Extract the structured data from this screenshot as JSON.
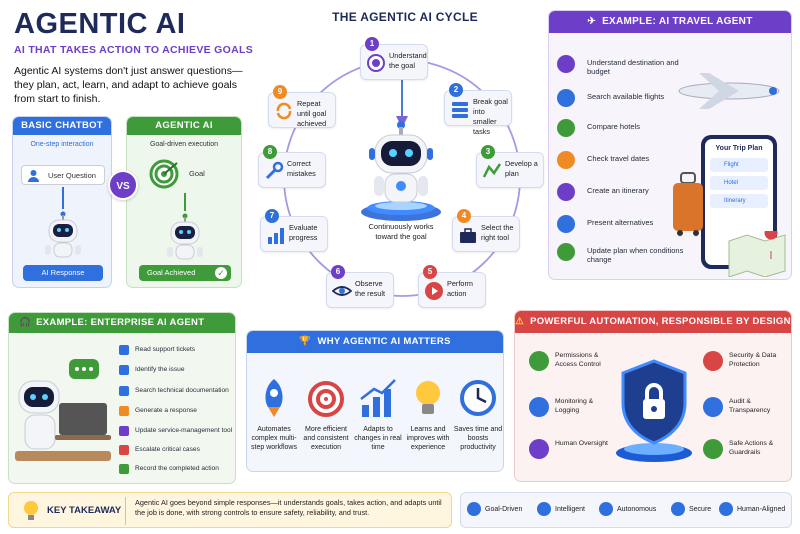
{
  "header": {
    "title": "AGENTIC AI",
    "subtitle": "AI THAT TAKES ACTION TO ACHIEVE GOALS",
    "description": "Agentic AI systems don't just answer questions—they plan, act, learn, and adapt to achieve goals from start to finish."
  },
  "comparison": {
    "chatbot": {
      "title": "BASIC CHATBOT",
      "caption": "One-step interaction",
      "input": "User Question",
      "output": "AI Response"
    },
    "vs": "VS",
    "agentic": {
      "title": "AGENTIC AI",
      "caption": "Goal-driven execution",
      "input": "Goal",
      "output": "Goal Achieved"
    }
  },
  "cycle": {
    "title": "THE AGENTIC AI CYCLE",
    "center": "Continuously works toward the goal",
    "steps": [
      {
        "n": "1",
        "label": "Understand the goal"
      },
      {
        "n": "2",
        "label": "Break goal into smaller tasks"
      },
      {
        "n": "3",
        "label": "Develop a plan"
      },
      {
        "n": "4",
        "label": "Select the right tool"
      },
      {
        "n": "5",
        "label": "Perform action"
      },
      {
        "n": "6",
        "label": "Observe the result"
      },
      {
        "n": "7",
        "label": "Evaluate progress"
      },
      {
        "n": "8",
        "label": "Correct mistakes"
      },
      {
        "n": "9",
        "label": "Repeat until goal achieved"
      }
    ]
  },
  "travel": {
    "title": "EXAMPLE: AI TRAVEL AGENT",
    "items": [
      "Understand destination and budget",
      "Search available flights",
      "Compare hotels",
      "Check travel dates",
      "Create an itinerary",
      "Present alternatives",
      "Update plan when conditions change"
    ],
    "phone": {
      "title": "Your Trip Plan",
      "rows": [
        "Flight",
        "Hotel",
        "Itinerary"
      ]
    }
  },
  "enterprise": {
    "title": "EXAMPLE: ENTERPRISE AI AGENT",
    "items": [
      "Read support tickets",
      "Identify the issue",
      "Search technical documentation",
      "Generate a response",
      "Update service-management tool",
      "Escalate critical cases",
      "Record the completed action"
    ]
  },
  "why": {
    "title": "WHY AGENTIC AI MATTERS",
    "items": [
      "Automates complex multi-step workflows",
      "More efficient and consistent execution",
      "Adapts to changes in real time",
      "Learns and improves with experience",
      "Saves time and boosts productivity"
    ]
  },
  "automation": {
    "title": "POWERFUL AUTOMATION, RESPONSIBLE BY DESIGN",
    "left": [
      "Permissions & Access Control",
      "Monitoring & Logging",
      "Human Oversight"
    ],
    "right": [
      "Security & Data Protection",
      "Audit & Transparency",
      "Safe Actions & Guardrails"
    ]
  },
  "takeaway": {
    "label": "KEY TAKEAWAY",
    "text": "Agentic AI goes beyond simple responses—it understands goals, takes action, and adapts until the job is done, with strong controls to ensure safety, reliability, and trust."
  },
  "features": [
    "Goal-Driven",
    "Intelligent",
    "Autonomous",
    "Secure",
    "Human-Aligned"
  ],
  "colors": {
    "navy": "#1e2a5a",
    "purple": "#6d3fc8",
    "blue": "#2f6fde",
    "green": "#3f9b3a",
    "red": "#d84545",
    "orange": "#f08a24",
    "teal": "#2f8a8a"
  }
}
